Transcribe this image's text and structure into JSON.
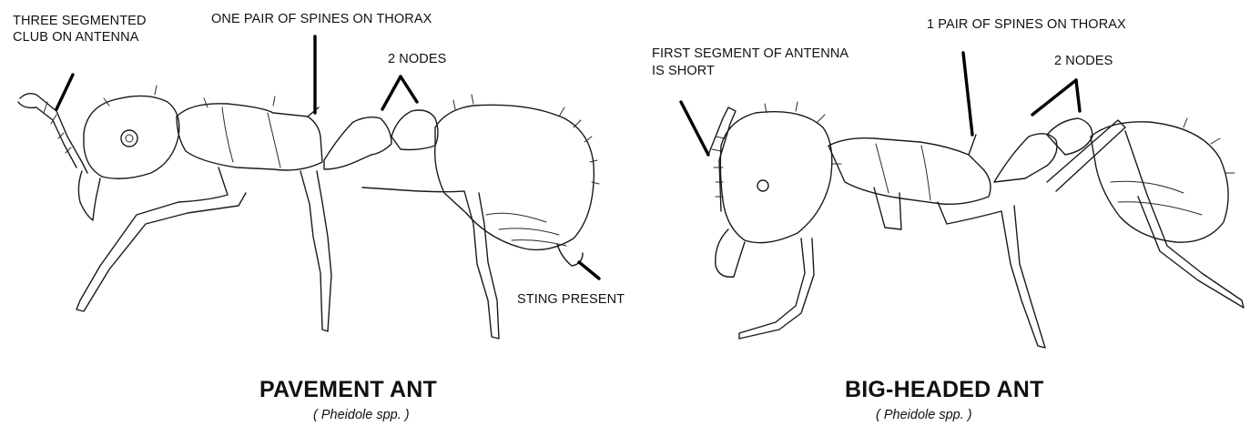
{
  "left_ant": {
    "labels": {
      "antenna_club": [
        "THREE SEGMENTED",
        "CLUB ON ANTENNA"
      ],
      "spines": "ONE PAIR OF SPINES ON THORAX",
      "nodes": "2 NODES",
      "sting": "STING PRESENT"
    },
    "name": "PAVEMENT ANT",
    "scientific": "( Pheidole spp. )"
  },
  "right_ant": {
    "labels": {
      "antenna_segment": [
        "FIRST SEGMENT OF ANTENNA",
        "IS SHORT"
      ],
      "spines": "1 PAIR OF SPINES ON THORAX",
      "nodes": "2 NODES"
    },
    "name": "BIG-HEADED ANT",
    "scientific": "( Pheidole spp. )"
  }
}
